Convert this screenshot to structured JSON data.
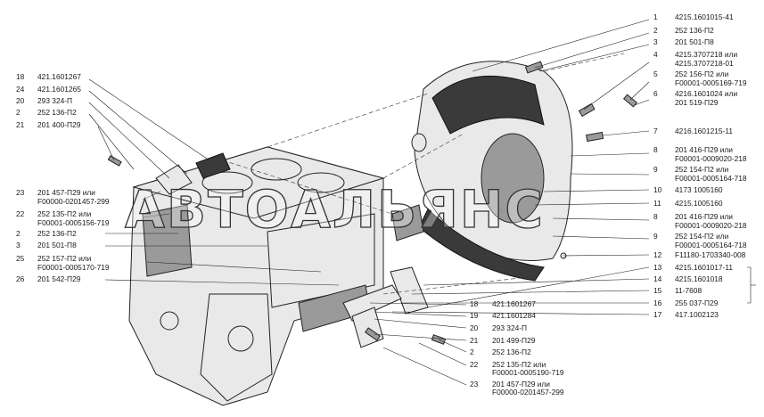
{
  "callouts_right": [
    {
      "num": "1",
      "code": "4215.1601015-41"
    },
    {
      "num": "2",
      "code": "252 136-П2"
    },
    {
      "num": "3",
      "code": "201 501-П8"
    },
    {
      "num": "4",
      "code": "4215.3707218 или",
      "code2": "4215.3707218-01"
    },
    {
      "num": "5",
      "code": "252 156-П2 или",
      "code2": "F00001-0005169-719"
    },
    {
      "num": "6",
      "code": "4216.1601024 или",
      "code2": "201 519-П29"
    },
    {
      "num": "7",
      "code": "4216.1601215-11"
    },
    {
      "num": "8",
      "code": "201 416-П29 или",
      "code2": "F00001-0009020-218"
    },
    {
      "num": "9",
      "code": "252 154-П2 или",
      "code2": "F00001-0005164-718"
    },
    {
      "num": "10",
      "code": "4173 1005160"
    },
    {
      "num": "11",
      "code": "4215.1005160"
    },
    {
      "num": "8",
      "code": "201 416-П29 или",
      "code2": "F00001-0009020-218"
    },
    {
      "num": "9",
      "code": "252 154-П2 или",
      "code2": "F00001-0005164-718"
    },
    {
      "num": "12",
      "code": "F11180-1703340-008"
    },
    {
      "num": "13",
      "code": "4215.1601017-11"
    },
    {
      "num": "14",
      "code": "4215.1601018"
    },
    {
      "num": "15",
      "code": "11-7608"
    },
    {
      "num": "16",
      "code": "255 037-П29"
    },
    {
      "num": "17",
      "code": "417.1002123"
    }
  ],
  "callouts_left": [
    {
      "num": "18",
      "code": "421.1601267"
    },
    {
      "num": "24",
      "code": "421.1601265"
    },
    {
      "num": "20",
      "code": "293 324-П"
    },
    {
      "num": "2",
      "code": "252 136-П2"
    },
    {
      "num": "21",
      "code": "201 400-П29"
    },
    {
      "num": "23",
      "code": "201 457-П29 или",
      "code2": "F00000-0201457-299"
    },
    {
      "num": "22",
      "code": "252 135-П2 или",
      "code2": "F00001-0005156-719"
    },
    {
      "num": "2",
      "code": "252 136-П2"
    },
    {
      "num": "3",
      "code": "201 501-П8"
    },
    {
      "num": "25",
      "code": "252 157-П2 или",
      "code2": "F00001-0005170-719"
    },
    {
      "num": "26",
      "code": "201 542-П29"
    }
  ],
  "callouts_bottom": [
    {
      "num": "18",
      "code": "421.1601267"
    },
    {
      "num": "19",
      "code": "421.1601284"
    },
    {
      "num": "20",
      "code": "293 324-П"
    },
    {
      "num": "21",
      "code": "201 499-П29"
    },
    {
      "num": "2",
      "code": "252 136-П2"
    },
    {
      "num": "22",
      "code": "252 135-П2 или",
      "code2": "F00001-0005190-719"
    },
    {
      "num": "23",
      "code": "201 457-П29 или",
      "code2": "F00000-0201457-299"
    }
  ],
  "watermark": "АВТОАЛЬЯНС",
  "colors": {
    "ink": "#1a1a1a",
    "background": "#ffffff"
  }
}
